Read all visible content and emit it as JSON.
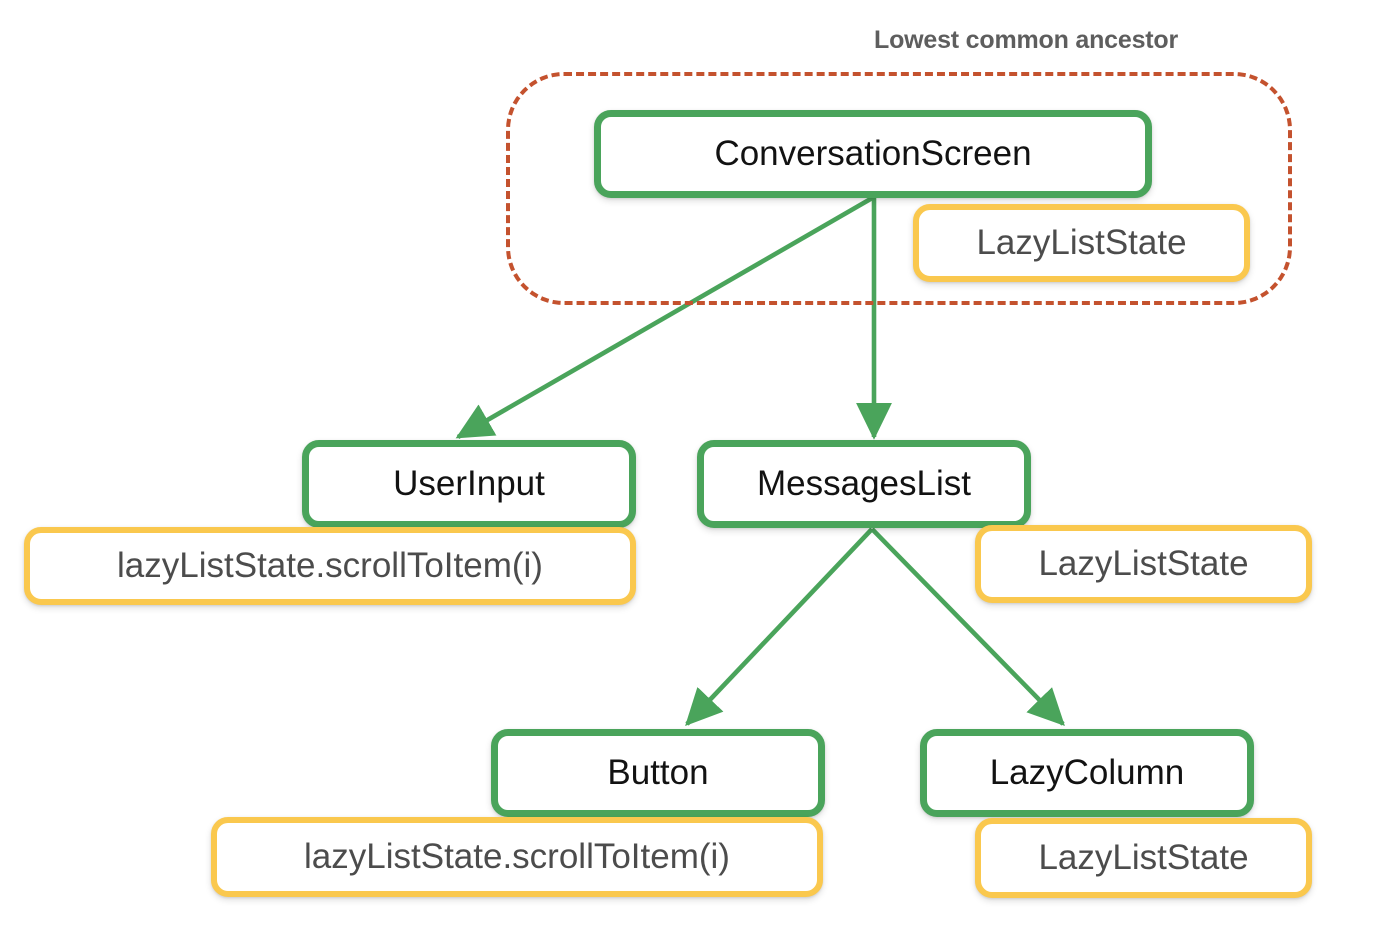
{
  "diagram": {
    "title": "Lowest common ancestor",
    "colors": {
      "composable_border": "#4AA45B",
      "state_border": "#FAC84E",
      "ancestor_outline": "#C4522E",
      "edge": "#4AA45B",
      "composable_text": "#121212",
      "state_text": "#4C4C4C",
      "annotation_text": "#5E5E5E",
      "background": "#FFFFFF"
    },
    "annotation": {
      "label": "Lowest common ancestor"
    },
    "nodes": [
      {
        "id": "conversation-screen",
        "label": "ConversationScreen",
        "kind": "composable"
      },
      {
        "id": "conversation-screen-state",
        "label": "LazyListState",
        "kind": "state"
      },
      {
        "id": "user-input",
        "label": "UserInput",
        "kind": "composable"
      },
      {
        "id": "user-input-state",
        "label": "lazyListState.scrollToItem(i)",
        "kind": "state"
      },
      {
        "id": "messages-list",
        "label": "MessagesList",
        "kind": "composable"
      },
      {
        "id": "messages-list-state",
        "label": "LazyListState",
        "kind": "state"
      },
      {
        "id": "button",
        "label": "Button",
        "kind": "composable"
      },
      {
        "id": "button-state",
        "label": "lazyListState.scrollToItem(i)",
        "kind": "state"
      },
      {
        "id": "lazy-column",
        "label": "LazyColumn",
        "kind": "composable"
      },
      {
        "id": "lazy-column-state",
        "label": "LazyListState",
        "kind": "state"
      }
    ],
    "edges": [
      {
        "from": "conversation-screen",
        "to": "user-input"
      },
      {
        "from": "conversation-screen",
        "to": "messages-list"
      },
      {
        "from": "messages-list",
        "to": "button"
      },
      {
        "from": "messages-list",
        "to": "lazy-column"
      }
    ]
  }
}
